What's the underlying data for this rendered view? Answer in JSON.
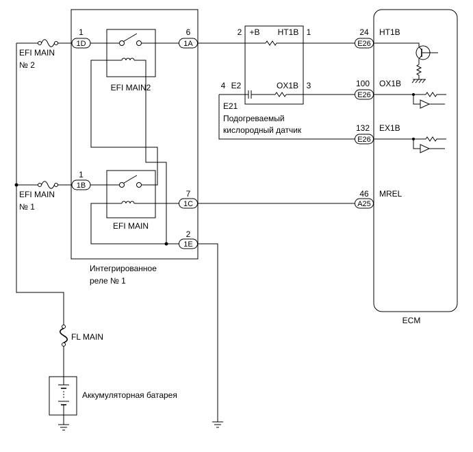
{
  "fuses": {
    "efi_main_2": {
      "line1": "EFI MAIN",
      "line2": "№ 2"
    },
    "efi_main_1": {
      "line1": "EFI MAIN",
      "line2": "№ 1"
    },
    "fl_main": {
      "label": "FL MAIN"
    }
  },
  "battery": {
    "label": "Аккумуляторная батарея"
  },
  "integrated_relay": {
    "label_line1": "Интегрированное",
    "label_line2": "реле № 1",
    "relay_efi_main2": {
      "label": "EFI MAIN2"
    },
    "relay_efi_main": {
      "label": "EFI MAIN"
    },
    "connectors": [
      {
        "code": "1D",
        "pin": "1"
      },
      {
        "code": "1A",
        "pin": "6"
      },
      {
        "code": "1B",
        "pin": "1"
      },
      {
        "code": "1C",
        "pin": "7"
      },
      {
        "code": "1E",
        "pin": "2"
      }
    ]
  },
  "sensor": {
    "code": "E21",
    "name_line1": "Подогреваемый",
    "name_line2": "кислородный датчик",
    "terminals": [
      {
        "pin": "2",
        "name": "+B"
      },
      {
        "pin": "1",
        "name": "HT1B"
      },
      {
        "pin": "4",
        "name": "E2"
      },
      {
        "pin": "3",
        "name": "OX1B"
      }
    ]
  },
  "ecm": {
    "label": "ECM",
    "terminals": [
      {
        "connector": "E26",
        "pin": "24",
        "name": "HT1B"
      },
      {
        "connector": "E26",
        "pin": "100",
        "name": "OX1B"
      },
      {
        "connector": "E26",
        "pin": "132",
        "name": "EX1B"
      },
      {
        "connector": "A25",
        "pin": "46",
        "name": "MREL"
      }
    ]
  }
}
